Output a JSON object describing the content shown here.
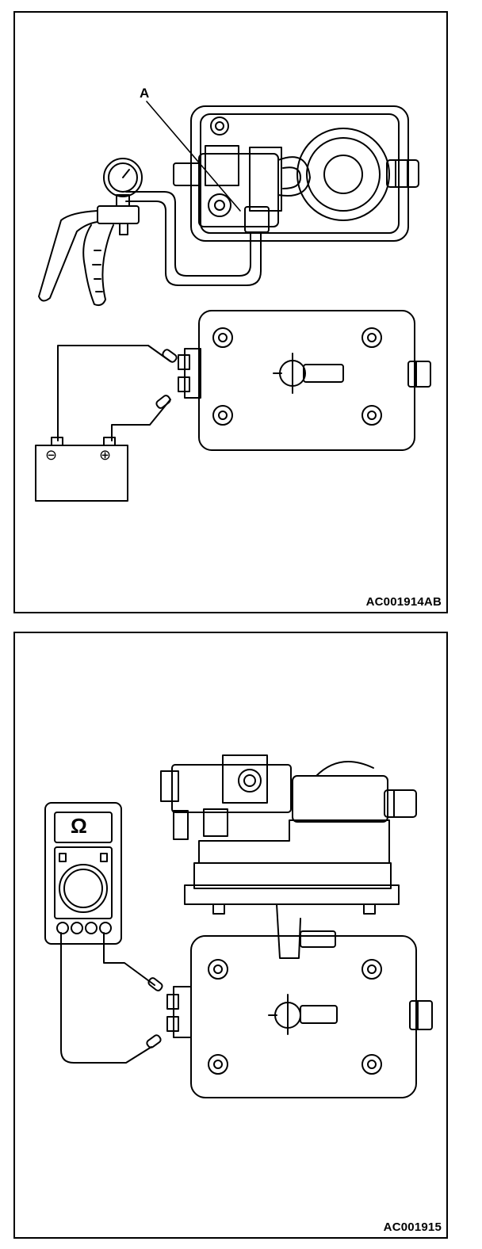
{
  "figures": [
    {
      "code": "AC001914AB",
      "callout": "A"
    },
    {
      "code": "AC001915",
      "meter_symbol": "Ω"
    }
  ],
  "battery": {
    "negative": "⊖",
    "positive": "⊕"
  }
}
